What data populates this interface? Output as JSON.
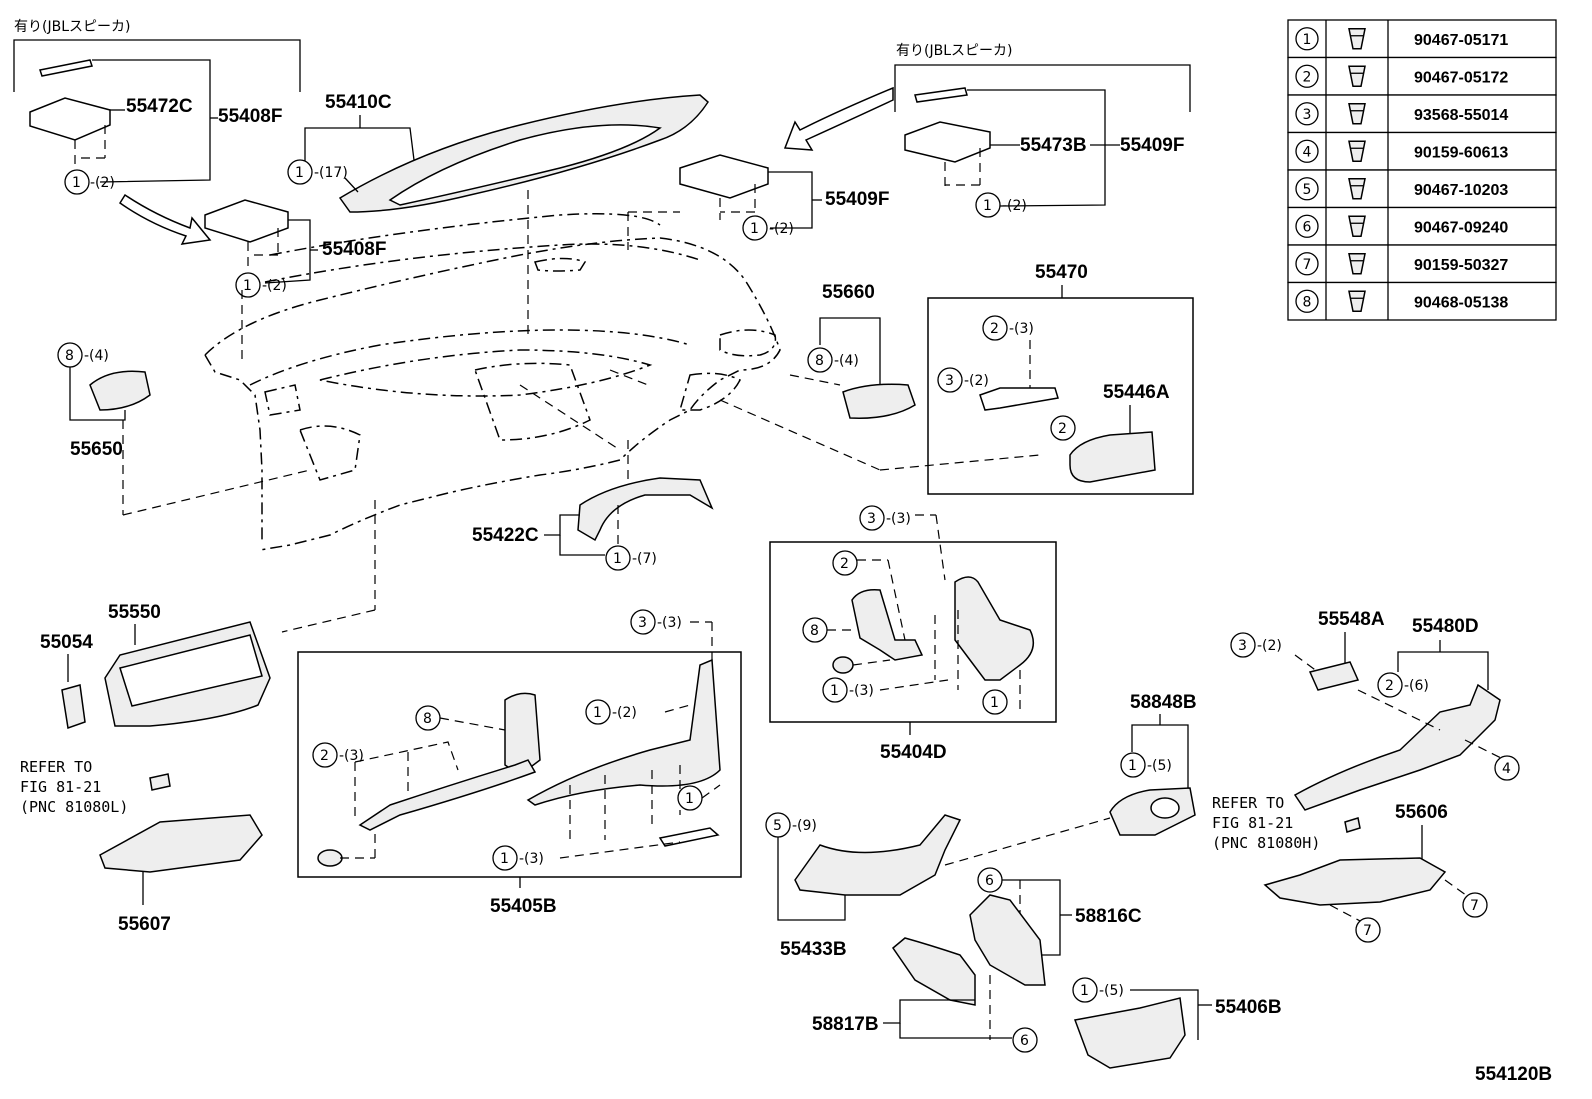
{
  "figure_code": "554120B",
  "jbl_note": "有り(JBLスピーカ)",
  "refer_left": {
    "line1": "REFER TO",
    "line2": "FIG 81-21",
    "line3": "(PNC 81080L)"
  },
  "refer_right": {
    "line1": "REFER TO",
    "line2": "FIG 81-21",
    "line3": "(PNC 81080H)"
  },
  "fastener_table": [
    {
      "num": "1",
      "part": "90467-05171"
    },
    {
      "num": "2",
      "part": "90467-05172"
    },
    {
      "num": "3",
      "part": "93568-55014"
    },
    {
      "num": "4",
      "part": "90159-60613"
    },
    {
      "num": "5",
      "part": "90467-10203"
    },
    {
      "num": "6",
      "part": "90467-09240"
    },
    {
      "num": "7",
      "part": "90159-50327"
    },
    {
      "num": "8",
      "part": "90468-05138"
    }
  ],
  "labels": {
    "p55472C": "55472C",
    "p55408F_a": "55408F",
    "p55408F_b": "55408F",
    "p55410C": "55410C",
    "p55473B": "55473B",
    "p55409F_a": "55409F",
    "p55409F_b": "55409F",
    "p55660": "55660",
    "p55470": "55470",
    "p55446A": "55446A",
    "p55650": "55650",
    "p55422C": "55422C",
    "p55550": "55550",
    "p55054": "55054",
    "p55607": "55607",
    "p55405B": "55405B",
    "p55404D": "55404D",
    "p55548A": "55548A",
    "p55480D": "55480D",
    "p58848B": "58848B",
    "p55606": "55606",
    "p55433B": "55433B",
    "p58816C": "58816C",
    "p58817B": "58817B",
    "p55406B": "55406B"
  },
  "qty": {
    "q2": "-(2)",
    "q3": "-(3)",
    "q4": "-(4)",
    "q5": "-(5)",
    "q6": "-(6)",
    "q7": "-(7)",
    "q9": "-(9)",
    "q17": "-(17)"
  },
  "callouts": {
    "c1": "1",
    "c2": "2",
    "c3": "3",
    "c4": "4",
    "c5": "5",
    "c6": "6",
    "c7": "7",
    "c8": "8"
  }
}
